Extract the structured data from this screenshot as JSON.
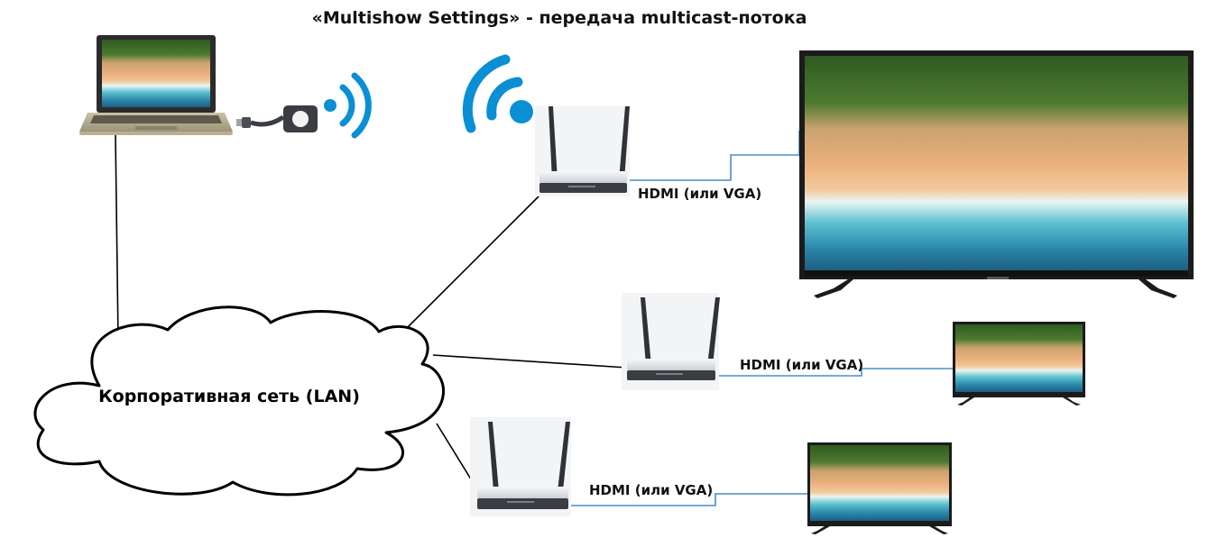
{
  "title": "«Multishow Settings» - передача multicast-потока",
  "network": {
    "label": "Корпоративная сеть (LAN)"
  },
  "connections": [
    {
      "label": "HDMI (или VGA)"
    },
    {
      "label": "HDMI (или VGA)"
    },
    {
      "label": "HDMI (или VGA)"
    }
  ],
  "colors": {
    "wifi": "#0a8fd4",
    "hdmi_cable": "#4a8ec9",
    "network_line": "#000000",
    "router_body": "#e9ecef",
    "router_base": "#3a3d42",
    "tv_frame": "#1b1b1b",
    "sand": "#e7b07e",
    "sea": "#2f8fb0",
    "forest": "#3f6a2a"
  },
  "icons": {
    "laptop": "laptop-icon",
    "dongle": "wireless-dongle-icon",
    "wifi": "wifi-icon",
    "router": "router-icon",
    "tv": "tv-icon",
    "cloud": "cloud-icon"
  }
}
